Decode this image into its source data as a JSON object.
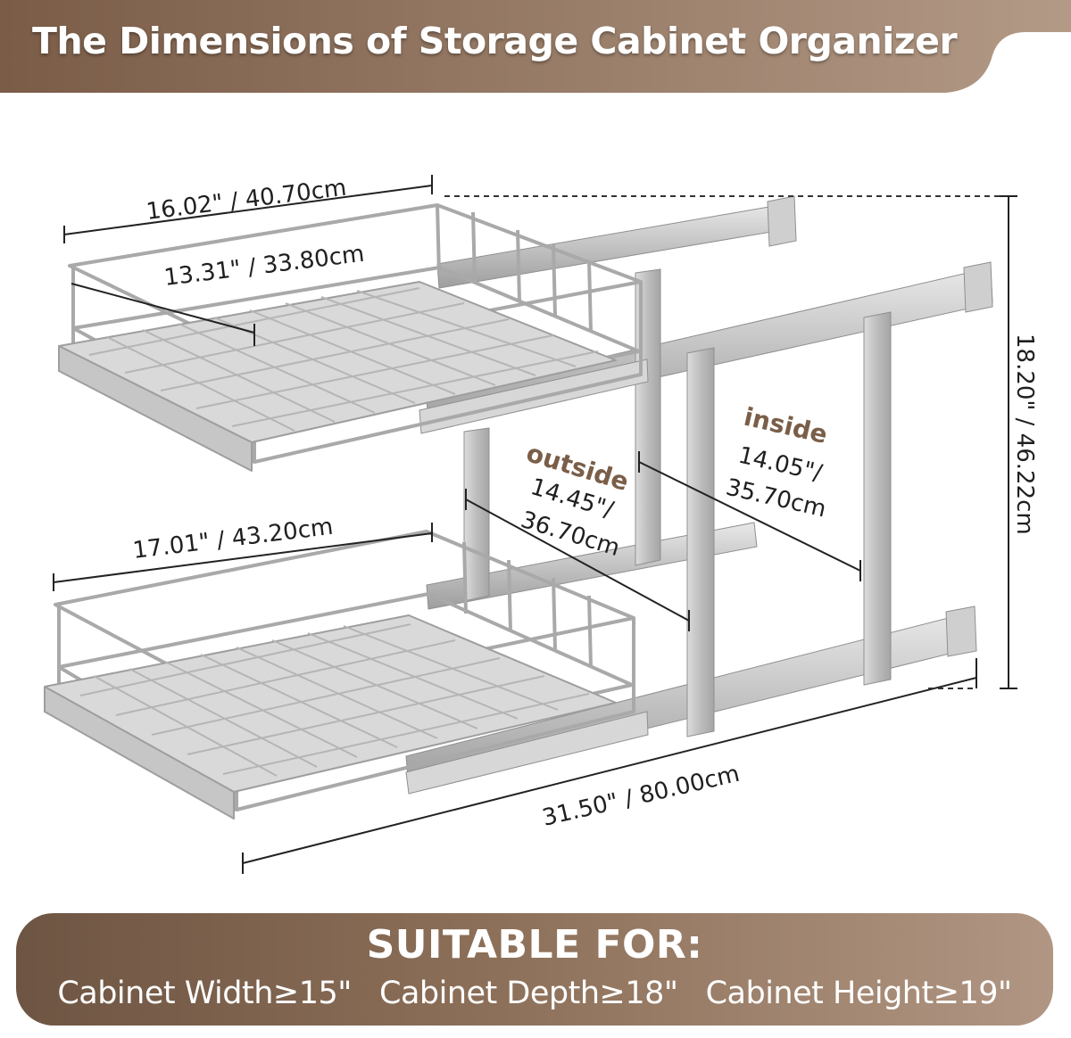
{
  "header": {
    "title": "The Dimensions of Storage Cabinet Organizer",
    "colors": {
      "gradient_start": "#7a5c47",
      "gradient_end": "#b39a86"
    }
  },
  "dimensions": {
    "top_basket_outer_width": "16.02\" / 40.70cm",
    "top_basket_inner_width": "13.31\" / 33.80cm",
    "bottom_basket_width": "17.01\" / 43.20cm",
    "total_height": "18.20\" / 46.22cm",
    "extended_depth": "31.50\" / 80.00cm",
    "outside_spacing": {
      "label": "outside",
      "inches": "14.45\"/",
      "cm": "36.70cm"
    },
    "inside_spacing": {
      "label": "inside",
      "inches": "14.05\"/",
      "cm": "35.70cm"
    }
  },
  "footer": {
    "heading": "SUITABLE FOR:",
    "requirements": [
      "Cabinet Width≥15\"",
      "Cabinet Depth≥18\"",
      "Cabinet Height≥19\""
    ],
    "colors": {
      "gradient_start": "#6e5543",
      "gradient_end": "#b09683"
    }
  }
}
